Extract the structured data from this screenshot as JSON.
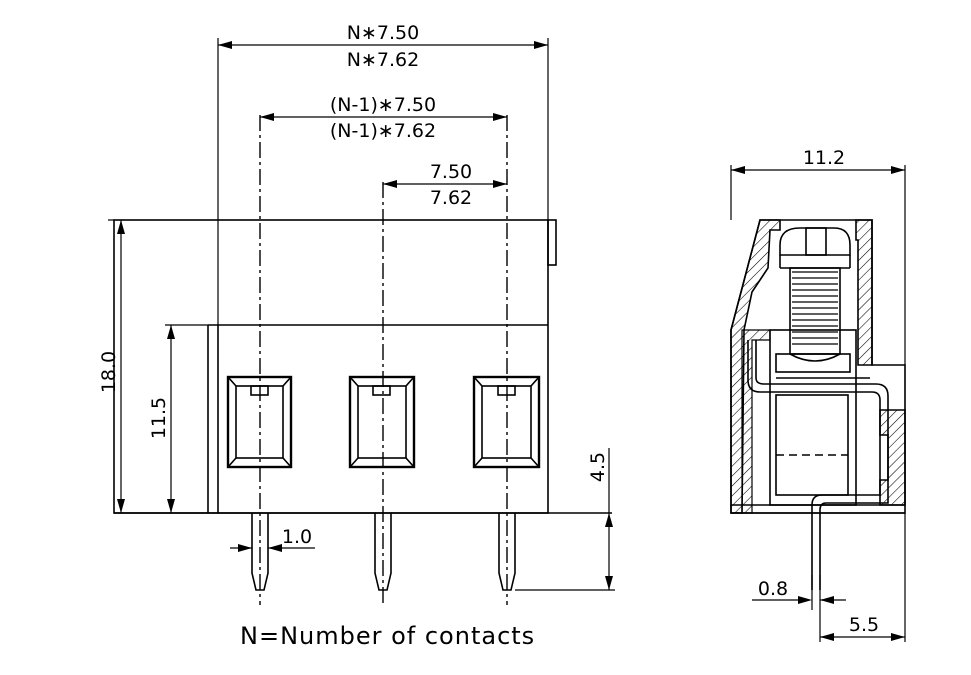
{
  "front_view": {
    "dim_total_top": "N∗7.50",
    "dim_total_bottom": "N∗7.62",
    "dim_span_top": "(N-1)∗7.50",
    "dim_span_bottom": "(N-1)∗7.62",
    "dim_pitch_top": "7.50",
    "dim_pitch_bottom": "7.62",
    "dim_height": "18.0",
    "dim_body_height": "11.5",
    "dim_pin_length": "4.5",
    "dim_pin_width": "1.0",
    "caption": "N=Number of contacts"
  },
  "side_view": {
    "dim_depth": "11.2",
    "dim_pin_thickness": "0.8",
    "dim_pin_offset": "5.5"
  }
}
